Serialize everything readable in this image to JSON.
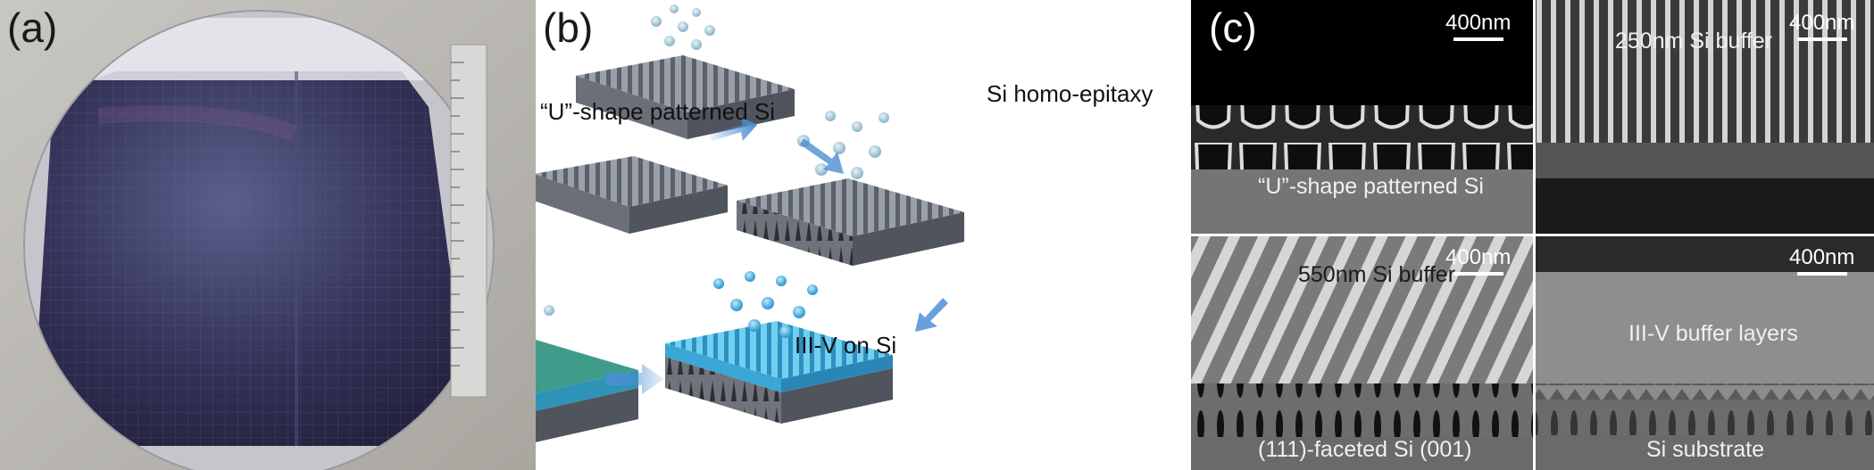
{
  "figure": {
    "panels": [
      {
        "id": "a",
        "label": "(a)"
      },
      {
        "id": "b",
        "label": "(b)",
        "steps": [
          "“U”-shape patterned Si",
          "Si homo-epitaxy",
          "III-V on Si"
        ]
      },
      {
        "id": "c",
        "label": "(c)",
        "images": [
          {
            "caption": "“U”-shape patterned Si",
            "scale_bar": "400nm"
          },
          {
            "caption": "250nm Si buffer",
            "scale_bar": "400nm"
          },
          {
            "caption": "550nm Si buffer",
            "caption2": "(111)-faceted Si (001)",
            "scale_bar": "400nm"
          },
          {
            "caption": "III-V buffer layers",
            "caption2": "Si substrate",
            "scale_bar": "400nm"
          }
        ]
      }
    ]
  },
  "colors": {
    "si_gray": "#7d8189",
    "iii_v_blue": "#4fb3d9",
    "iii_v_green": "#3f9c8a",
    "arrow_blue": "#4d8fd1",
    "wafer_purple": "#3a3560"
  }
}
